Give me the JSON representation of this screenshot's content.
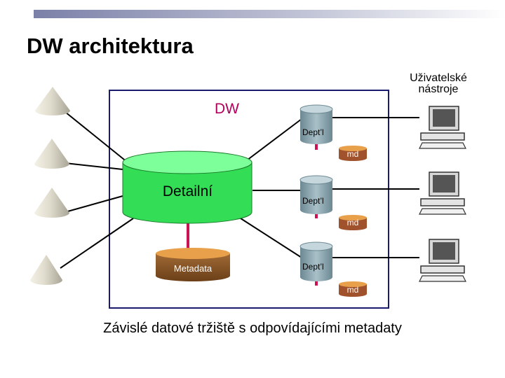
{
  "slide": {
    "title": "DW architektura",
    "user_tools_label": "Uživatelské nástroje",
    "dw_label": "DW",
    "detail_label": "Detailní",
    "metadata_label": "Metadata",
    "marts": [
      {
        "dept_label": "Dept’l",
        "md_label": "md"
      },
      {
        "dept_label": "Dept’l",
        "md_label": "md"
      },
      {
        "dept_label": "Dept’l",
        "md_label": "md"
      }
    ],
    "caption": "Závislé datové tržiště s odpovídajícími metadaty"
  },
  "colors": {
    "detail_green": "#33dd55",
    "metadata_brown": "#8b5a2b",
    "mart_slate": "#8aa3ad",
    "md_brown": "#a0522d",
    "link_red": "#cc1155",
    "dw_label_magenta": "#b0005a",
    "box_border": "#1a1a6e"
  },
  "icons": [
    "source-cone-icon",
    "computer-icon"
  ]
}
